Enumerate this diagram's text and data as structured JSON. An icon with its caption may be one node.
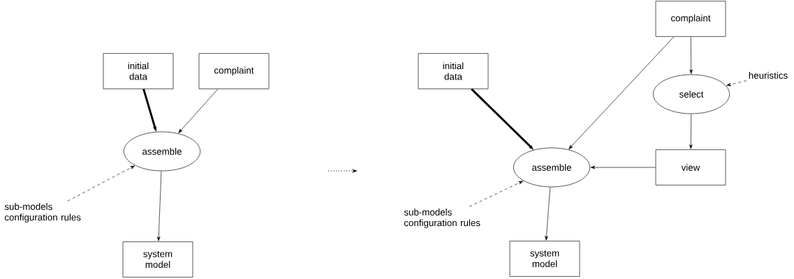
{
  "diagram": {
    "nodes": [
      {
        "text": [
          "initial data"
        ]
      },
      {
        "text": [
          "complaint"
        ]
      },
      {
        "text": [
          "assemble"
        ]
      },
      {
        "text": [
          "sub-models configuration rules"
        ]
      },
      {
        "text": [
          "system model"
        ]
      },
      {
        "text": [
          "complaint"
        ]
      },
      {
        "text": [
          "initial data"
        ]
      },
      {
        "text": [
          "select"
        ]
      },
      {
        "text": [
          "heuristics"
        ]
      },
      {
        "text": [
          "assemble"
        ]
      },
      {
        "text": [
          "view"
        ]
      },
      {
        "text": [
          "sub-models configuration rules"
        ]
      },
      {
        "text": [
          "system model"
        ]
      }
    ],
    "edges": [
      {
        "from": 0,
        "to": 2,
        "arrow": "to",
        "style": "thick"
      },
      {
        "from": 1,
        "to": 2,
        "arrow": "to"
      },
      {
        "from": 3,
        "to": 2,
        "arrow": "to",
        "style": "dashed"
      },
      {
        "from": 2,
        "to": 4,
        "arrow": "to"
      },
      {
        "from": 6,
        "to": 9,
        "arrow": "to",
        "style": "thick"
      },
      {
        "from": 5,
        "to": 9,
        "arrow": "to"
      },
      {
        "from": 5,
        "to": 7,
        "arrow": "to"
      },
      {
        "from": 8,
        "to": 7,
        "arrow": "to",
        "style": "dashed"
      },
      {
        "from": 7,
        "to": 10,
        "arrow": "to"
      },
      {
        "from": 10,
        "to": 9,
        "arrow": "to"
      },
      {
        "from": 11,
        "to": 9,
        "arrow": "to",
        "style": "dashed"
      },
      {
        "from": 9,
        "to": 12,
        "arrow": "to"
      }
    ]
  }
}
